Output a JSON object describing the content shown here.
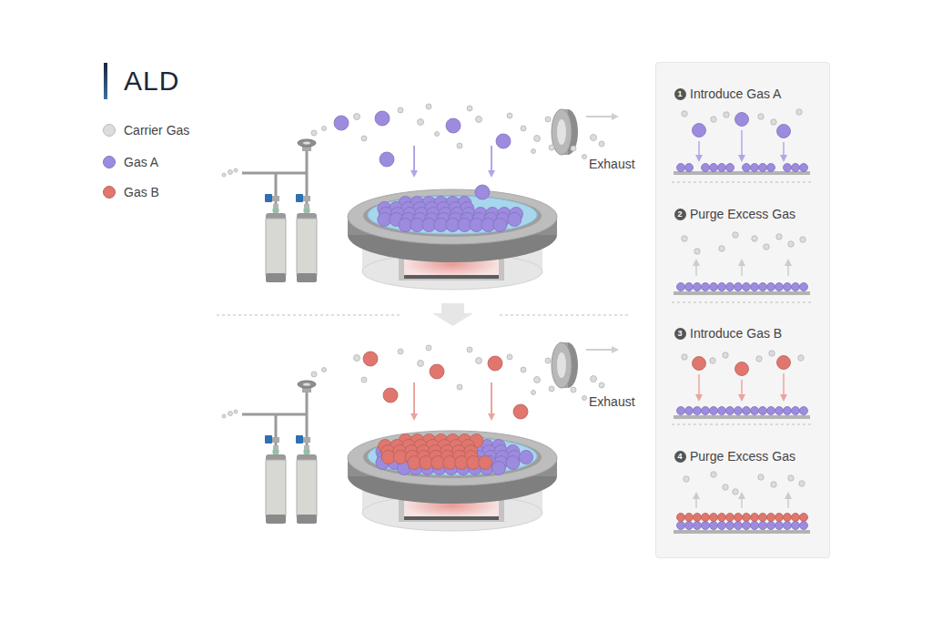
{
  "diagram": {
    "title": "ALD",
    "nodes": [
      {
        "text": [
          "Introduce Gas A",
          "Purge Excess Gas",
          "Introduce Gas B",
          "Purge Excess Gas"
        ]
      }
    ],
    "labels": [
      "Exhaust",
      "Exhaust",
      "1",
      "2",
      "3",
      "4"
    ],
    "legend": [
      {
        "text": "Carrier Gas",
        "color": "#dcdcdc"
      },
      {
        "text": "Gas A",
        "color": "#9d8be0"
      },
      {
        "text": "Gas B",
        "color": "#e0766e"
      }
    ]
  }
}
